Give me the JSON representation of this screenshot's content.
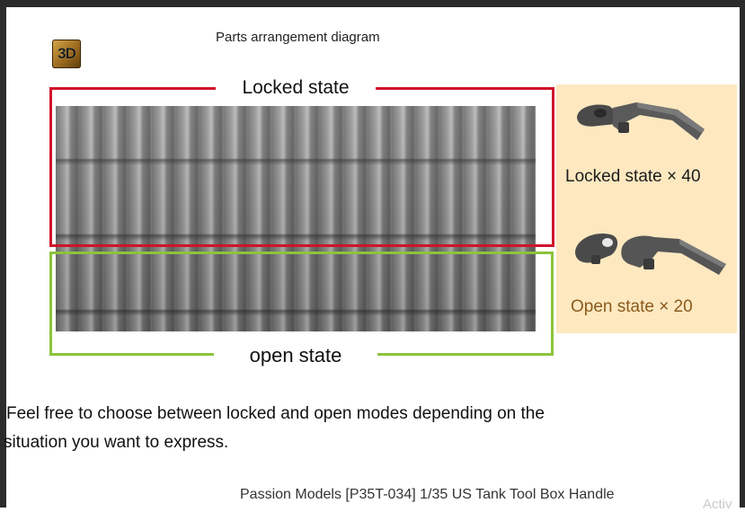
{
  "diagram_title": "Parts arrangement diagram",
  "badge": {
    "text": "3D"
  },
  "locked": {
    "label": "Locked state",
    "count_label": "Locked state × 40"
  },
  "open": {
    "label": "open state",
    "count_label": "Open state × 20"
  },
  "caption": {
    "line1": "Feel free to choose between locked and open modes depending on the",
    "line2": "situation you want to express."
  },
  "footer": "Passion Models [P35T-034] 1/35 US Tank Tool Box Handle",
  "watermark": "Activ",
  "colors": {
    "locked_frame": "#d0142a",
    "open_frame": "#8cc43c",
    "panel_bg": "#fde8c0",
    "open_text": "#8a5a1c"
  }
}
